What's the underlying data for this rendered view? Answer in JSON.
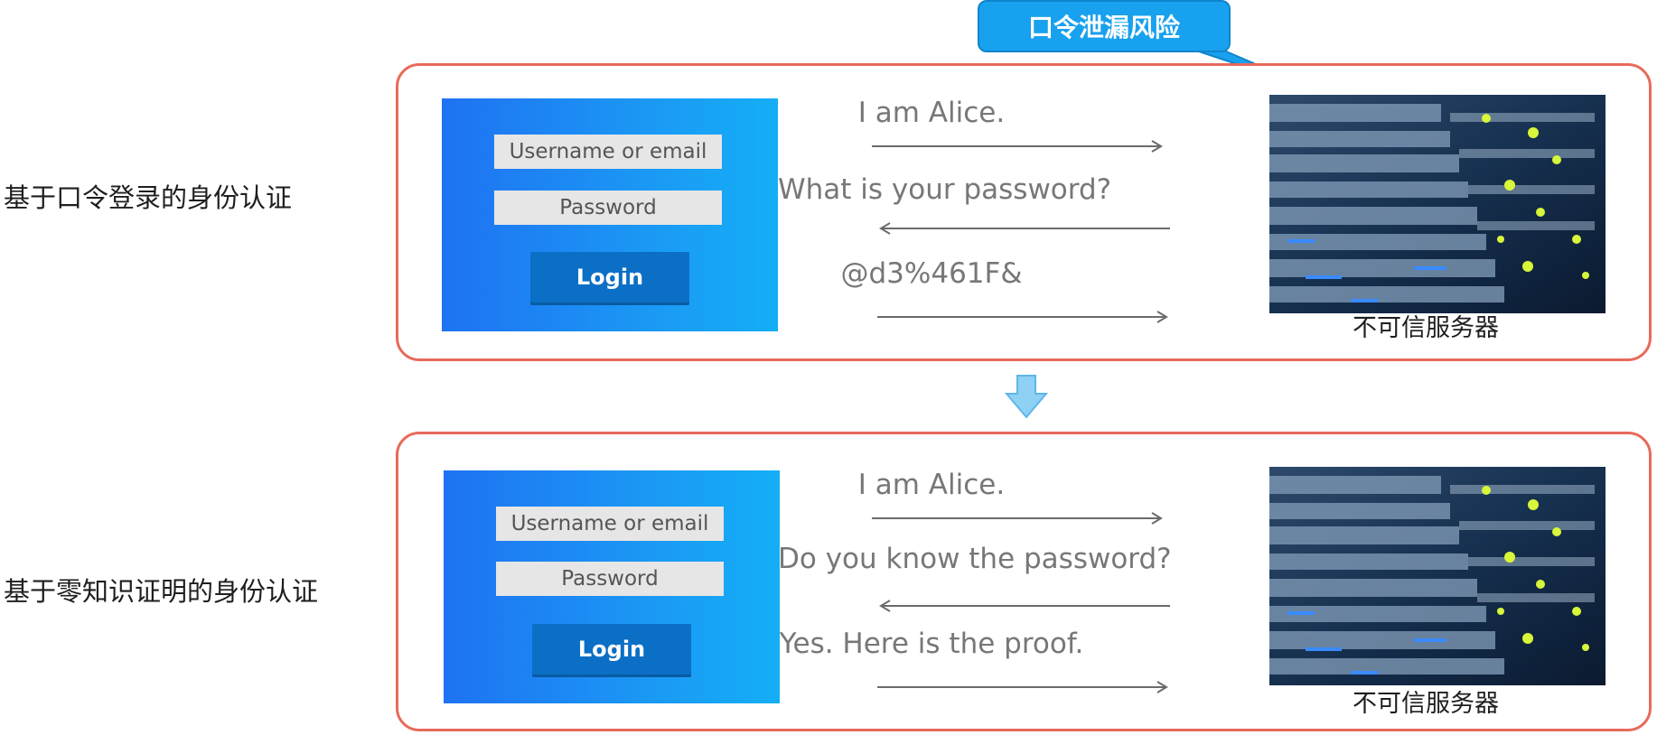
{
  "callout": {
    "text": "口令泄漏风险"
  },
  "rows": [
    {
      "label": "基于口令登录的身份认证",
      "login": {
        "username_placeholder": "Username or email",
        "password_placeholder": "Password",
        "button": "Login"
      },
      "messages": [
        "I am Alice.",
        "What is your password?",
        "@d3%461F&"
      ],
      "server_label": "不可信服务器"
    },
    {
      "label": "基于零知识证明的身份认证",
      "login": {
        "username_placeholder": "Username or email",
        "password_placeholder": "Password",
        "button": "Login"
      },
      "messages": [
        "I am Alice.",
        "Do you know the password?",
        "Yes. Here is the proof."
      ],
      "server_label": "不可信服务器"
    }
  ],
  "colors": {
    "panel_border": "#e86a5a",
    "callout_bg": "#18a1ee",
    "login_card_start": "#1f72f2",
    "login_card_end": "#14aef6",
    "login_button": "#0b6fc6",
    "arrow": "#6b6b6b",
    "down_arrow": "#8fd0f5"
  },
  "icons": {
    "transition": "down-arrow-icon",
    "server": "server-rack-image"
  }
}
